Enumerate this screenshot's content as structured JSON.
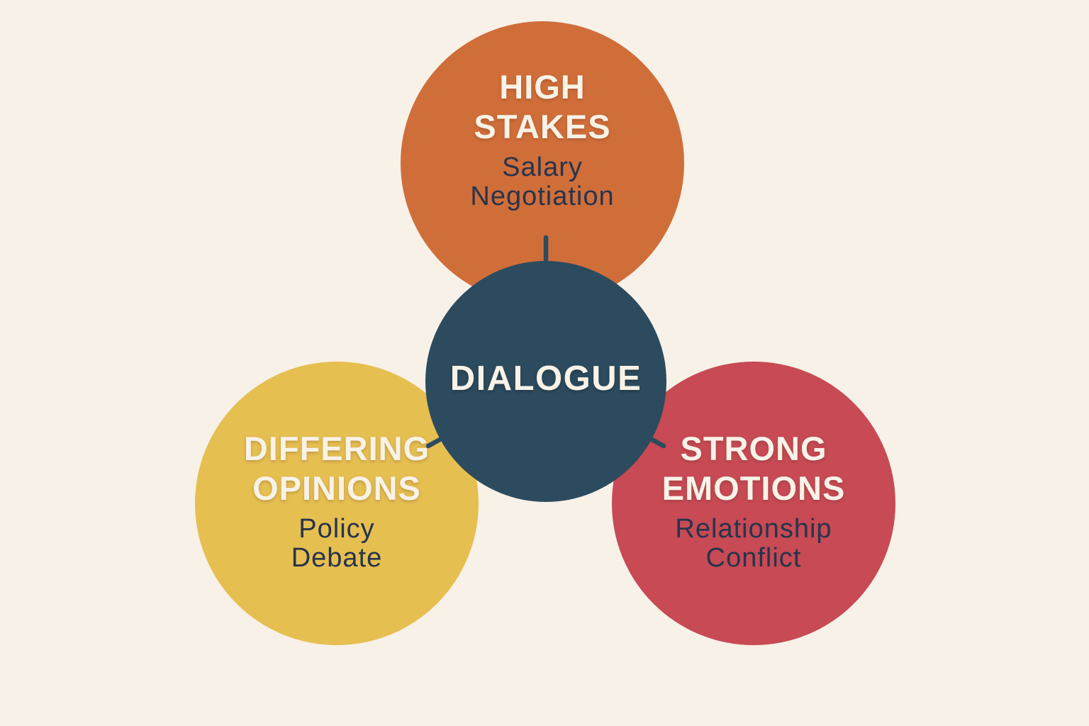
{
  "diagram": {
    "background_color": "#F8F1E8",
    "center_node": {
      "label": "DIALOGUE",
      "color": "#2C4B5E",
      "text_color": "#F8F2E7"
    },
    "outer_nodes": [
      {
        "id": "high-stakes",
        "position": "top",
        "title": "HIGH\nSTAKES",
        "example": "Salary\nNegotiation",
        "color": "#D06E3A",
        "title_color": "#F8F2E7",
        "example_color": "#27344C"
      },
      {
        "id": "differing-opinions",
        "position": "bottom-left",
        "title": "DIFFERING\nOPINIONS",
        "example": "Policy\nDebate",
        "color": "#E6BF51",
        "title_color": "#F8F2E7",
        "example_color": "#27344C"
      },
      {
        "id": "strong-emotions",
        "position": "bottom-right",
        "title": "STRONG\nEMOTIONS",
        "example": "Relationship\nConflict",
        "color": "#C74A54",
        "title_color": "#F8F2E7",
        "example_color": "#27344C"
      }
    ],
    "connectors": [
      {
        "from": "dialogue",
        "to": "high-stakes"
      },
      {
        "from": "dialogue",
        "to": "differing-opinions"
      },
      {
        "from": "dialogue",
        "to": "strong-emotions"
      }
    ],
    "connector_color": "#2C4B5E"
  }
}
